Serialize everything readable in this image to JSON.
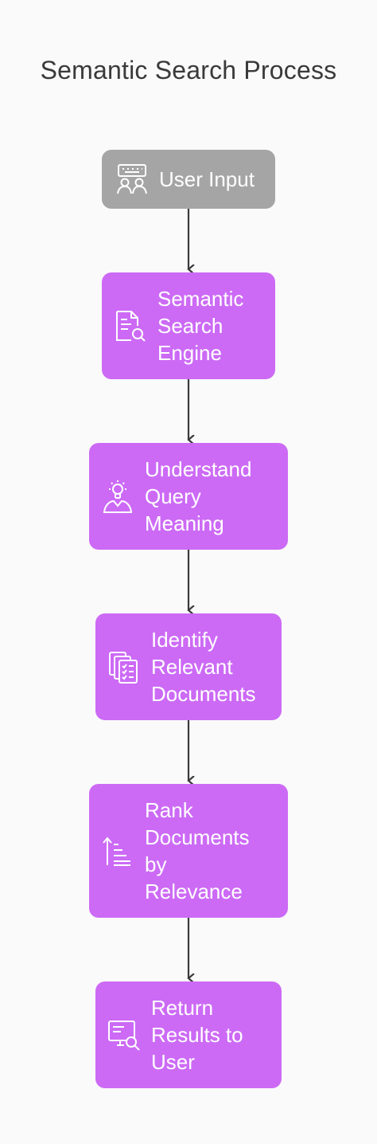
{
  "title": "Semantic Search Process",
  "colors": {
    "start_node": "#a5a5a5",
    "step_node": "#cc6af5",
    "arrow": "#3a3a3a",
    "text": "#ffffff"
  },
  "nodes": [
    {
      "label": "User Input",
      "icon": "keyboard-users-icon"
    },
    {
      "label": "Semantic\nSearch\nEngine",
      "icon": "document-search-icon"
    },
    {
      "label": "Understand\nQuery\nMeaning",
      "icon": "lightbulb-person-icon"
    },
    {
      "label": "Identify\nRelevant\nDocuments",
      "icon": "documents-checklist-icon"
    },
    {
      "label": "Rank\nDocuments\nby\nRelevance",
      "icon": "sort-ascending-icon"
    },
    {
      "label": "Return\nResults to\nUser",
      "icon": "monitor-search-icon"
    }
  ]
}
